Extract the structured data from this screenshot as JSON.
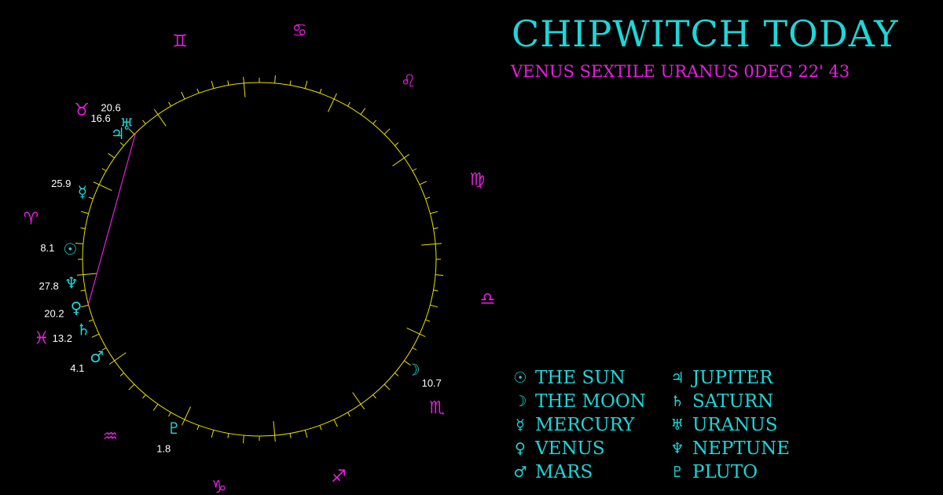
{
  "header": {
    "title": "CHIPWITCH TODAY",
    "subtitle": "VENUS SEXTILE URANUS 0DEG 22' 43"
  },
  "colors": {
    "background": "#000000",
    "planet": "#1ed6d8",
    "sign": "#e81ee0",
    "wheel": "#e8e000",
    "label": "#ffffff",
    "aspect": "#e81ee0"
  },
  "wheel": {
    "first_sign_index": 0,
    "signs": [
      {
        "name": "aries",
        "glyph": "♈︎"
      },
      {
        "name": "taurus",
        "glyph": "♉︎"
      },
      {
        "name": "gemini",
        "glyph": "♊︎"
      },
      {
        "name": "cancer",
        "glyph": "♋︎"
      },
      {
        "name": "leo",
        "glyph": "♌︎"
      },
      {
        "name": "virgo",
        "glyph": "♍︎"
      },
      {
        "name": "libra",
        "glyph": "♎︎"
      },
      {
        "name": "scorpio",
        "glyph": "♏︎"
      },
      {
        "name": "sagittarius",
        "glyph": "♐︎"
      },
      {
        "name": "capricorn",
        "glyph": "♑︎"
      },
      {
        "name": "aquarius",
        "glyph": "♒︎"
      },
      {
        "name": "pisces",
        "glyph": "♓︎"
      }
    ]
  },
  "planets": [
    {
      "name": "sun",
      "glyph": "☉",
      "sign_index": 0,
      "degree_in_sign": 8.1,
      "degree_label": "8.1"
    },
    {
      "name": "moon",
      "glyph": "☽",
      "sign_index": 7,
      "degree_in_sign": 10.7,
      "degree_label": "10.7"
    },
    {
      "name": "mercury",
      "glyph": "☿",
      "sign_index": 0,
      "degree_in_sign": 25.9,
      "degree_label": "25.9"
    },
    {
      "name": "venus",
      "glyph": "♀",
      "sign_index": 11,
      "degree_in_sign": 20.2,
      "degree_label": "20.2"
    },
    {
      "name": "mars",
      "glyph": "♂",
      "sign_index": 11,
      "degree_in_sign": 4.1,
      "degree_label": "4.1"
    },
    {
      "name": "jupiter",
      "glyph": "♃",
      "sign_index": 1,
      "degree_in_sign": 16.6,
      "degree_label": "16.6"
    },
    {
      "name": "saturn",
      "glyph": "♄",
      "sign_index": 11,
      "degree_in_sign": 13.2,
      "degree_label": "13.2"
    },
    {
      "name": "uranus",
      "glyph": "♅",
      "sign_index": 1,
      "degree_in_sign": 20.6,
      "degree_label": "20.6"
    },
    {
      "name": "neptune",
      "glyph": "♆",
      "sign_index": 11,
      "degree_in_sign": 27.8,
      "degree_label": "27.8"
    },
    {
      "name": "pluto",
      "glyph": "♇",
      "sign_index": 10,
      "degree_in_sign": 1.8,
      "degree_label": "1.8"
    }
  ],
  "aspects": [
    {
      "from": "venus",
      "to": "uranus",
      "type": "sextile"
    }
  ],
  "legend": [
    {
      "glyph": "☉",
      "label": "THE SUN"
    },
    {
      "glyph": "☽",
      "label": "THE MOON"
    },
    {
      "glyph": "☿",
      "label": "MERCURY"
    },
    {
      "glyph": "♀",
      "label": "VENUS"
    },
    {
      "glyph": "♂",
      "label": "MARS"
    },
    {
      "glyph": "♃",
      "label": "JUPITER"
    },
    {
      "glyph": "♄",
      "label": "SATURN"
    },
    {
      "glyph": "♅",
      "label": "URANUS"
    },
    {
      "glyph": "♆",
      "label": "NEPTUNE"
    },
    {
      "glyph": "♇",
      "label": "PLUTO"
    }
  ]
}
